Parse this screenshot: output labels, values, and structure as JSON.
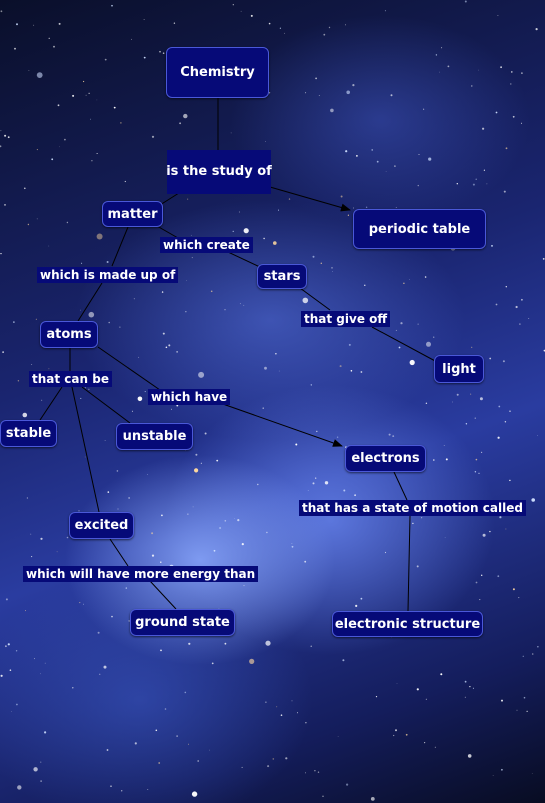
{
  "concepts": {
    "chemistry": "Chemistry",
    "matter": "matter",
    "periodic_table": "periodic table",
    "stars": "stars",
    "light": "light",
    "atoms": "atoms",
    "stable": "stable",
    "unstable": "unstable",
    "electrons": "electrons",
    "excited": "excited",
    "ground_state": "ground state",
    "electronic_structure": "electronic structure"
  },
  "linking_phrases": {
    "is_the_study_of": "is the study of",
    "which_create": "which create",
    "which_is_made_up_of": "which is made up of",
    "that_give_off": "that give off",
    "that_can_be": "that can be",
    "which_have": "which have",
    "that_has_a_state_of_motion_called": "that has a state of motion called",
    "which_will_have_more_energy_than": "which will have more energy than"
  },
  "colors": {
    "node_fill": "#060a78",
    "node_border": "#4a58d8",
    "line": "#000000",
    "text": "#ffffff"
  }
}
